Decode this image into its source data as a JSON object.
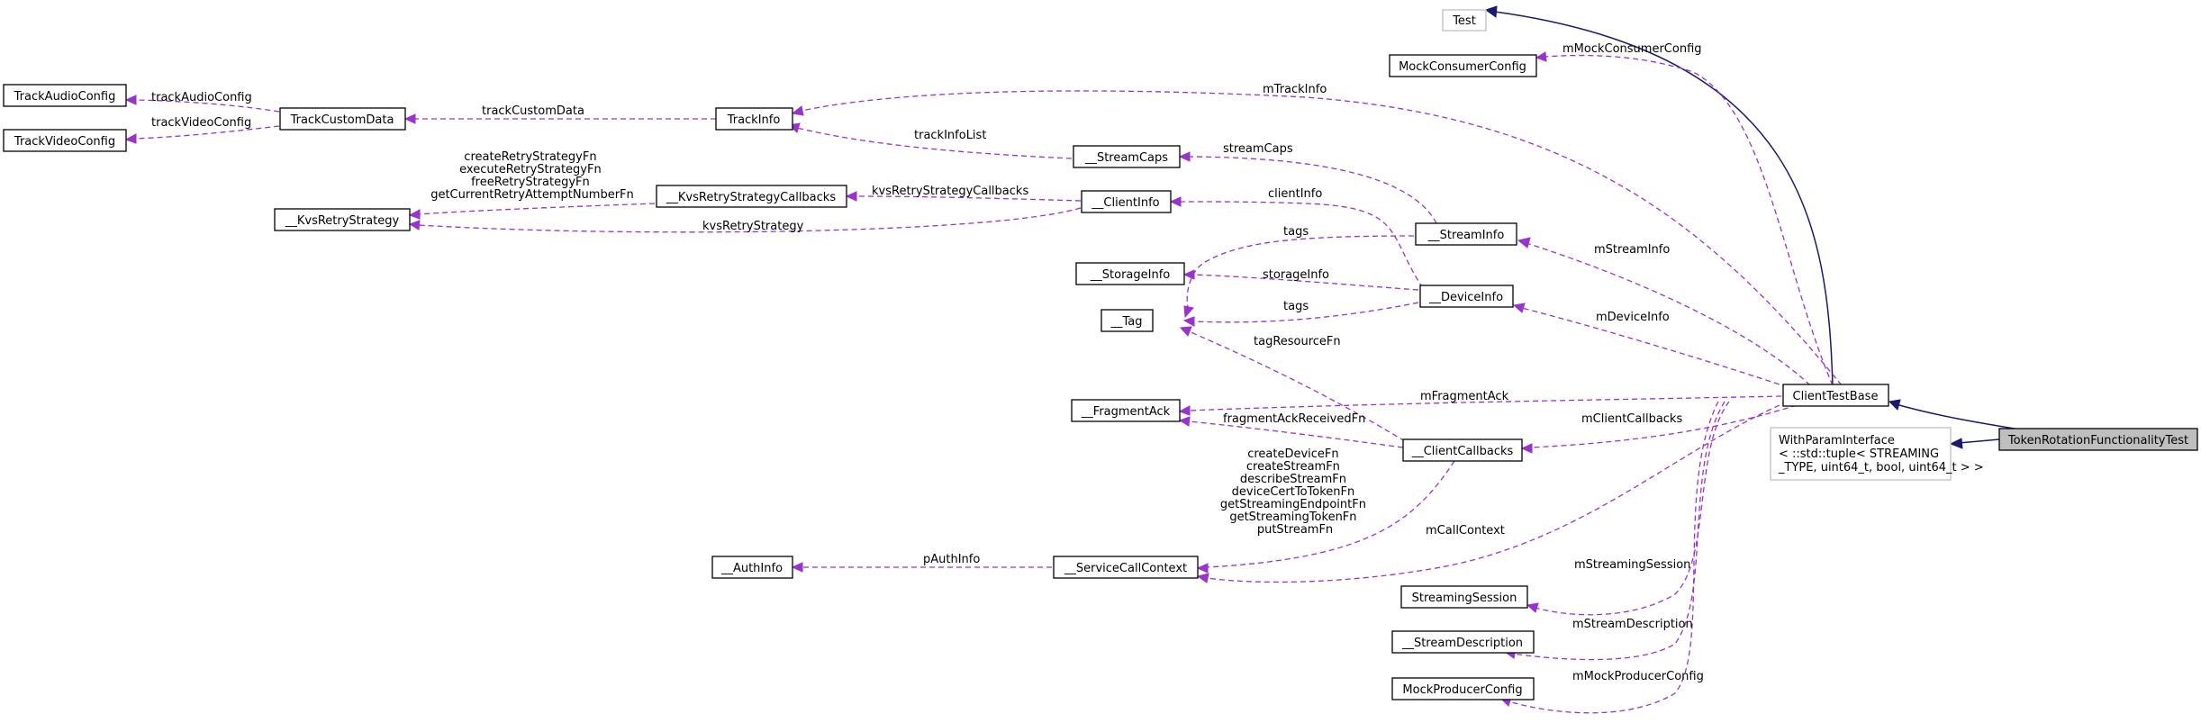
{
  "nodes": {
    "test": "Test",
    "mock_consumer_config": "MockConsumerConfig",
    "track_audio_config": "TrackAudioConfig",
    "track_video_config": "TrackVideoConfig",
    "track_custom_data": "TrackCustomData",
    "track_info": "TrackInfo",
    "stream_caps": "__StreamCaps",
    "kvs_retry_strategy_callbacks": "__KvsRetryStrategyCallbacks",
    "kvs_retry_strategy": "__KvsRetryStrategy",
    "client_info": "__ClientInfo",
    "stream_info": "__StreamInfo",
    "storage_info": "__StorageInfo",
    "device_info": "__DeviceInfo",
    "tag": "__Tag",
    "fragment_ack": "__FragmentAck",
    "client_callbacks": "__ClientCallbacks",
    "client_test_base": "ClientTestBase",
    "token_rotation_test": "TokenRotationFunctionalityTest",
    "with_param_interface": [
      "WithParamInterface",
      "< ::std::tuple< STREAMING",
      "_TYPE, uint64_t, bool, uint64_t > >"
    ],
    "auth_info": "__AuthInfo",
    "service_call_context": "__ServiceCallContext",
    "streaming_session": "StreamingSession",
    "stream_description": "__StreamDescription",
    "mock_producer_config": "MockProducerConfig"
  },
  "edge_labels": {
    "track_audio_config": "trackAudioConfig",
    "track_video_config": "trackVideoConfig",
    "track_custom_data": "trackCustomData",
    "m_track_info": "mTrackInfo",
    "m_mock_consumer_config": "mMockConsumerConfig",
    "track_info_list": "trackInfoList",
    "stream_caps": "streamCaps",
    "kvs_retry_strategy_callbacks": "kvsRetryStrategyCallbacks",
    "retry_fns": [
      "createRetryStrategyFn",
      "executeRetryStrategyFn",
      "freeRetryStrategyFn",
      "getCurrentRetryAttemptNumberFn"
    ],
    "kvs_retry_strategy": "kvsRetryStrategy",
    "client_info": "clientInfo",
    "tags_stream": "tags",
    "m_stream_info": "mStreamInfo",
    "storage_info": "storageInfo",
    "tags_device": "tags",
    "m_device_info": "mDeviceInfo",
    "tag_resource_fn": "tagResourceFn",
    "m_fragment_ack": "mFragmentAck",
    "fragment_ack_received_fn": "fragmentAckReceivedFn",
    "m_client_callbacks": "mClientCallbacks",
    "callback_fns": [
      "createDeviceFn",
      "createStreamFn",
      "describeStreamFn",
      "deviceCertToTokenFn",
      "getStreamingEndpointFn",
      "getStreamingTokenFn",
      "putStreamFn"
    ],
    "p_auth_info": "pAuthInfo",
    "m_call_context": "mCallContext",
    "m_streaming_session": "mStreamingSession",
    "m_stream_description": "mStreamDescription",
    "m_mock_producer_config": "mMockProducerConfig"
  },
  "colors": {
    "usage_edge": "#9a32cd",
    "inheritance_edge": "#191970",
    "highlighted_node_fill": "#bfbfbf",
    "undocumented_node_border": "#bfbfbf"
  }
}
